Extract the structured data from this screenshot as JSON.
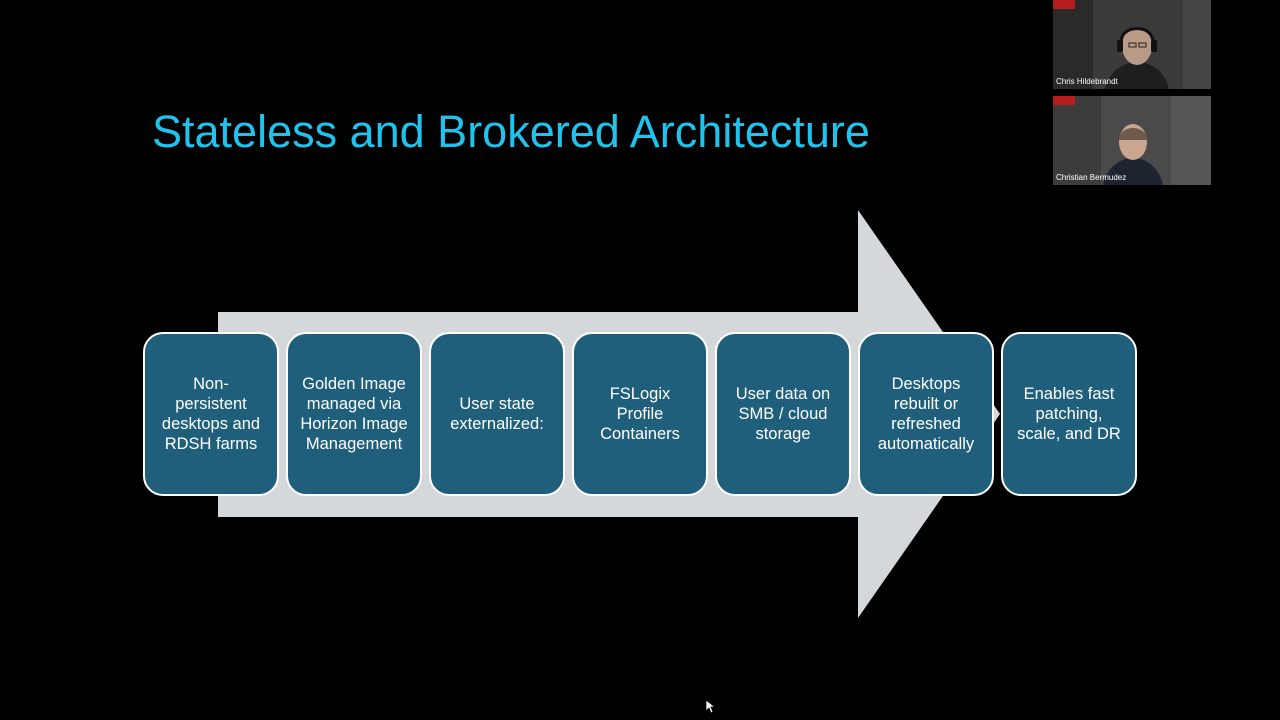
{
  "slide": {
    "title": "Stateless and Brokered Architecture",
    "title_color": "#1fc4ee",
    "arrow_color": "#d5d8da",
    "box_color": "#1f5f7c",
    "steps": [
      {
        "label": "Non-\npersistent\ndesktops and\nRDSH farms"
      },
      {
        "label": "Golden Image\nmanaged via\nHorizon Image\nManagement"
      },
      {
        "label": "User state\nexternalized:"
      },
      {
        "label": "FSLogix\nProfile\nContainers"
      },
      {
        "label": "User data on\nSMB / cloud\nstorage"
      },
      {
        "label": "Desktops\nrebuilt or\nrefreshed\nautomatically"
      },
      {
        "label": "Enables fast\npatching,\nscale, and DR"
      }
    ]
  },
  "participants": [
    {
      "name": "Chris Hildebrandt",
      "icon": "person-with-headset-icon"
    },
    {
      "name": "Christian Bermudez",
      "icon": "person-icon"
    }
  ]
}
